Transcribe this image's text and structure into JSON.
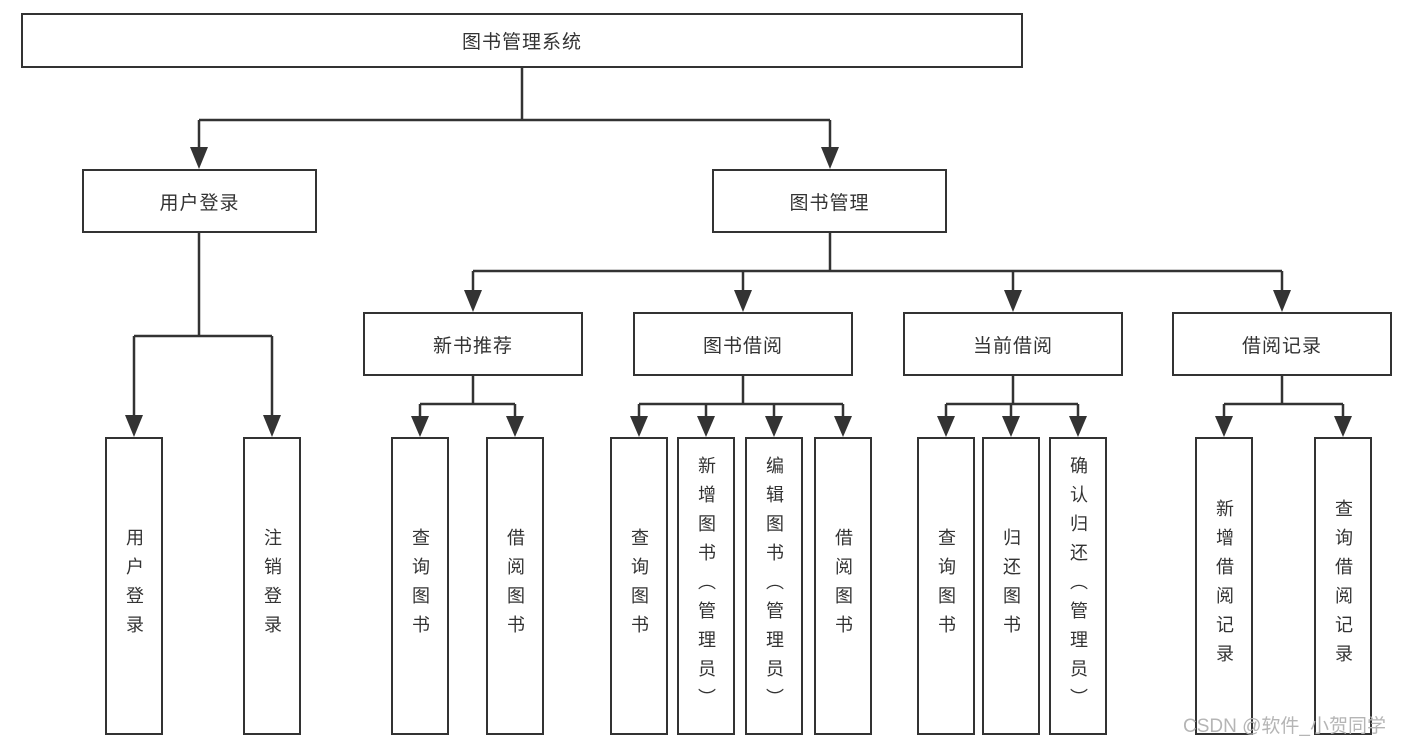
{
  "diagram": {
    "title": "图书管理系统",
    "level2": {
      "user_login_group": "用户登录",
      "book_management": "图书管理"
    },
    "level3": {
      "new_book_recommend": "新书推荐",
      "book_borrowing": "图书借阅",
      "current_borrowing": "当前借阅",
      "borrowing_records": "借阅记录"
    },
    "leaves": {
      "user_login": "用户登录",
      "logout_login": "注销登录",
      "recommend_query_books": "查询图书",
      "recommend_borrow_books": "借阅图书",
      "borrowing_query_books": "查询图书",
      "borrowing_add_books": "新增图书（管理员）",
      "borrowing_edit_books": "编辑图书（管理员）",
      "borrowing_borrow_books": "借阅图书",
      "current_query_books": "查询图书",
      "current_return_books": "归还图书",
      "current_confirm_return": "确认归还（管理员）",
      "records_add_record": "新增借阅记录",
      "records_query_record": "查询借阅记录"
    }
  },
  "watermark": "CSDN @软件_小贺同学",
  "colors": {
    "line": "#333333",
    "text": "#333333",
    "background": "#ffffff",
    "watermark": "#b5b5b5"
  }
}
